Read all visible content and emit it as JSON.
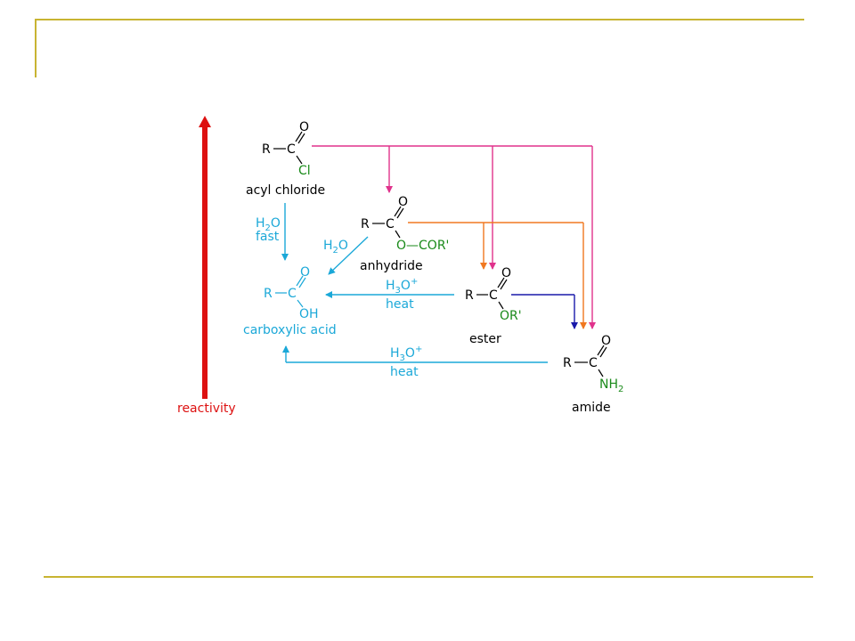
{
  "frame": {
    "accent": "#c8b432"
  },
  "colors": {
    "magenta": "#e0328c",
    "orange": "#f07820",
    "cyan": "#1ba8d8",
    "navy": "#1a1aaa",
    "red": "#dd1111",
    "green": "#1a8a1a"
  },
  "reactivity_label": "reactivity",
  "acyl_chloride": {
    "R": "R",
    "C": "C",
    "O": "O",
    "substituent": "Cl",
    "name": "acyl chloride"
  },
  "anhydride": {
    "R": "R",
    "C": "C",
    "O": "O",
    "substituent": "O—COR'",
    "name": "anhydride"
  },
  "carboxylic_acid": {
    "R": "R",
    "C": "C",
    "O": "O",
    "substituent": "OH",
    "name": "carboxylic acid"
  },
  "ester": {
    "R": "R",
    "C": "C",
    "O": "O",
    "substituent": "OR'",
    "name": "ester"
  },
  "amide": {
    "R": "R",
    "C": "C",
    "O": "O",
    "substituent_main": "NH",
    "substituent_sub": "2",
    "name": "amide"
  },
  "reagents": {
    "acyl_h2o_main": "H",
    "acyl_h2o_sub": "2",
    "acyl_h2o_end": "O",
    "acyl_fast": "fast",
    "anh_h2o_main": "H",
    "anh_h2o_sub": "2",
    "anh_h2o_end": "O",
    "ester_h3o_main": "H",
    "ester_h3o_sub": "3",
    "ester_h3o_end": "O",
    "ester_h3o_sup": "+",
    "ester_heat": "heat",
    "amide_h3o_main": "H",
    "amide_h3o_sub": "3",
    "amide_h3o_end": "O",
    "amide_h3o_sup": "+",
    "amide_heat": "heat"
  }
}
